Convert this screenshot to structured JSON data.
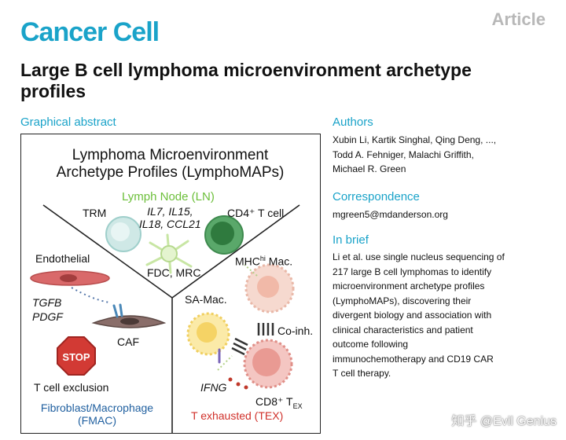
{
  "header": {
    "journal": "Cancer Cell",
    "article_type": "Article",
    "title": "Large B cell lymphoma microenvironment archetype profiles"
  },
  "graphical_abstract": {
    "heading": "Graphical abstract",
    "panel_title_line1": "Lymphoma Microenvironment",
    "panel_title_line2": "Archetype Profiles (LymphoMAPs)",
    "ln_label": "Lymph Node (LN)",
    "trm": "TRM",
    "cytokines_line1": "IL7, IL15,",
    "cytokines_line2": "IL18, CCL21",
    "cd4": "CD4⁺ T cell",
    "fdc": "FDC, MRC",
    "endothelial": "Endothelial",
    "tgfb": "TGFB",
    "pdgf": "PDGF",
    "caf": "CAF",
    "stop": "STOP",
    "t_exclusion": "T cell exclusion",
    "fmac_line1": "Fibroblast/Macrophage",
    "fmac_line2": "(FMAC)",
    "mhc_main": "MHC",
    "mhc_sup": "hi",
    "mhc_rest": " Mac.",
    "sa_mac": "SA-Mac.",
    "coinh": "Co-inh.",
    "ifng": "IFNG",
    "cd8_main": "CD8⁺ T",
    "cd8_sub": "EX",
    "tex": "T exhausted (TEX)"
  },
  "colors": {
    "accent": "#1aa3c9",
    "ln_green": "#6cbf3a",
    "fmac_blue": "#1f5f9f",
    "tex_red": "#d0302a",
    "stop_red": "#d23a34"
  },
  "authors": {
    "heading": "Authors",
    "line1": "Xubin Li, Kartik Singhal, Qing Deng, ...,",
    "line2": "Todd A. Fehniger, Malachi Griffith,",
    "line3": "Michael R. Green"
  },
  "correspondence": {
    "heading": "Correspondence",
    "email": "mgreen5@mdanderson.org"
  },
  "in_brief": {
    "heading": "In brief",
    "lines": [
      "Li et al. use single nucleus sequencing of",
      "217 large B cell lymphomas to identify",
      "microenvironment archetype profiles",
      "(LymphoMAPs), discovering their",
      "divergent biology and association with",
      "clinical characteristics and patient",
      "outcome following",
      "immunochemotherapy and CD19 CAR",
      "T cell therapy."
    ]
  },
  "watermark": "知乎 @Evil Genius"
}
